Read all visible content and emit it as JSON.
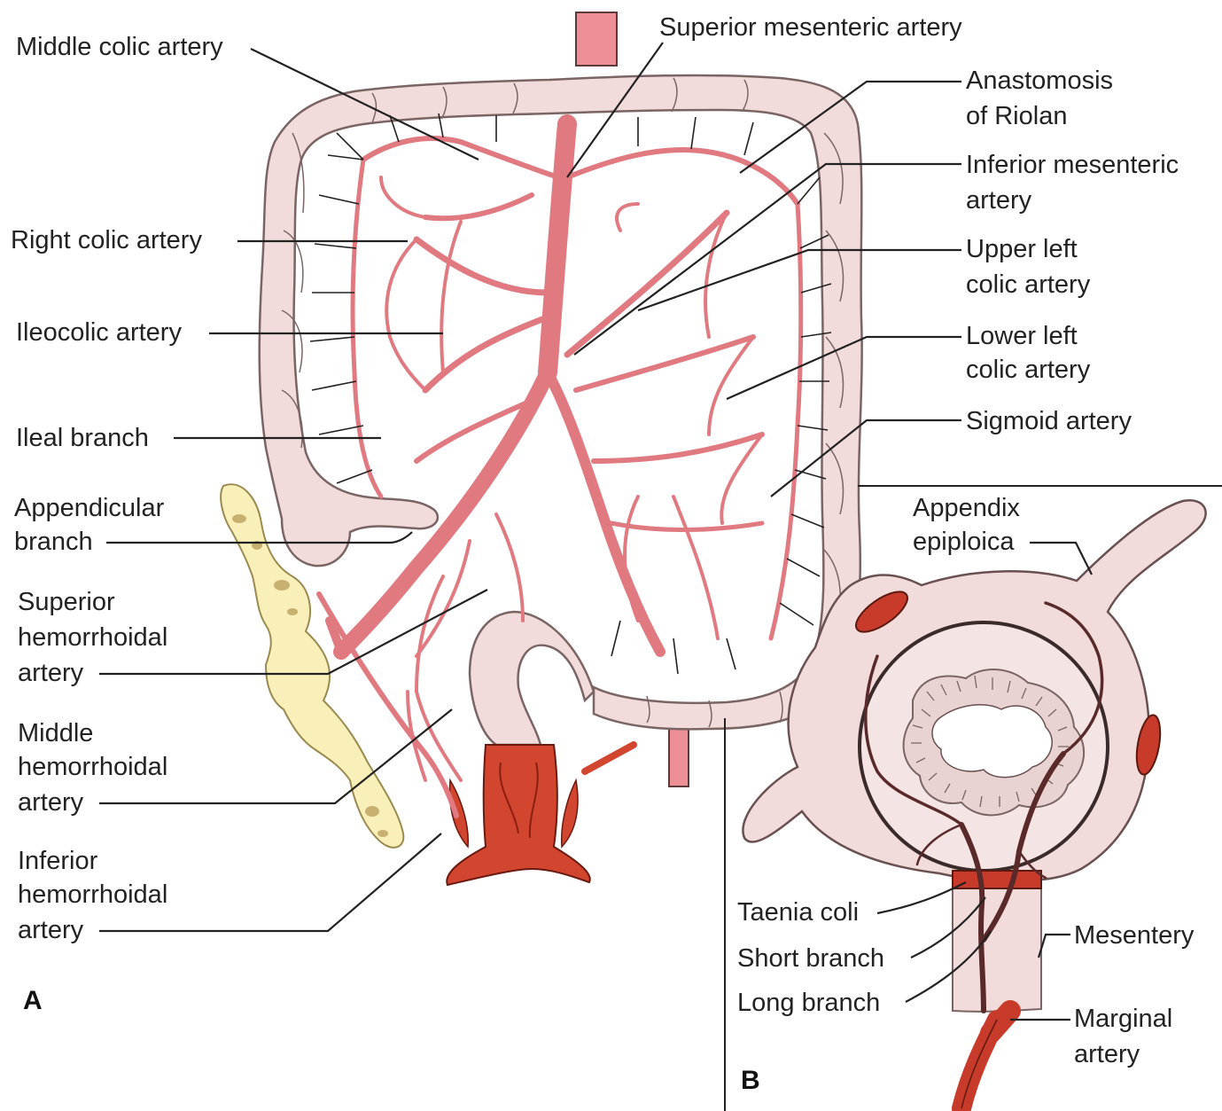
{
  "diagram": {
    "colors": {
      "artery": "#ee8f95",
      "colon": "#f1dbdb",
      "rectum": "#d2452e",
      "appendix_fat": "#f8f0b8",
      "dark_vessel": "#5a2a2a"
    },
    "panel_a": {
      "letter": "A",
      "labels": {
        "middle_colic": "Middle colic artery",
        "superior_mesenteric": "Superior mesenteric artery",
        "anastomosis": [
          "Anastomosis",
          "of Riolan"
        ],
        "inferior_mesenteric": [
          "Inferior mesenteric",
          "artery"
        ],
        "right_colic": "Right colic artery",
        "upper_left_colic": [
          "Upper left",
          "colic artery"
        ],
        "ileocolic": "Ileocolic artery",
        "lower_left_colic": [
          "Lower left",
          "colic artery"
        ],
        "ileal_branch": "Ileal branch",
        "sigmoid": "Sigmoid artery",
        "appendicular": [
          "Appendicular",
          "branch"
        ],
        "superior_hemorrhoidal": [
          "Superior",
          "hemorrhoidal",
          "artery"
        ],
        "middle_hemorrhoidal": [
          "Middle",
          "hemorrhoidal",
          "artery"
        ],
        "inferior_hemorrhoidal": [
          "Inferior",
          "hemorrhoidal",
          "artery"
        ]
      }
    },
    "panel_b": {
      "letter": "B",
      "labels": {
        "appendix_epiploica": [
          "Appendix",
          "epiploica"
        ],
        "taenia_coli": "Taenia coli",
        "short_branch": "Short branch",
        "long_branch": "Long branch",
        "mesentery": "Mesentery",
        "marginal_artery": [
          "Marginal",
          "artery"
        ]
      }
    }
  }
}
